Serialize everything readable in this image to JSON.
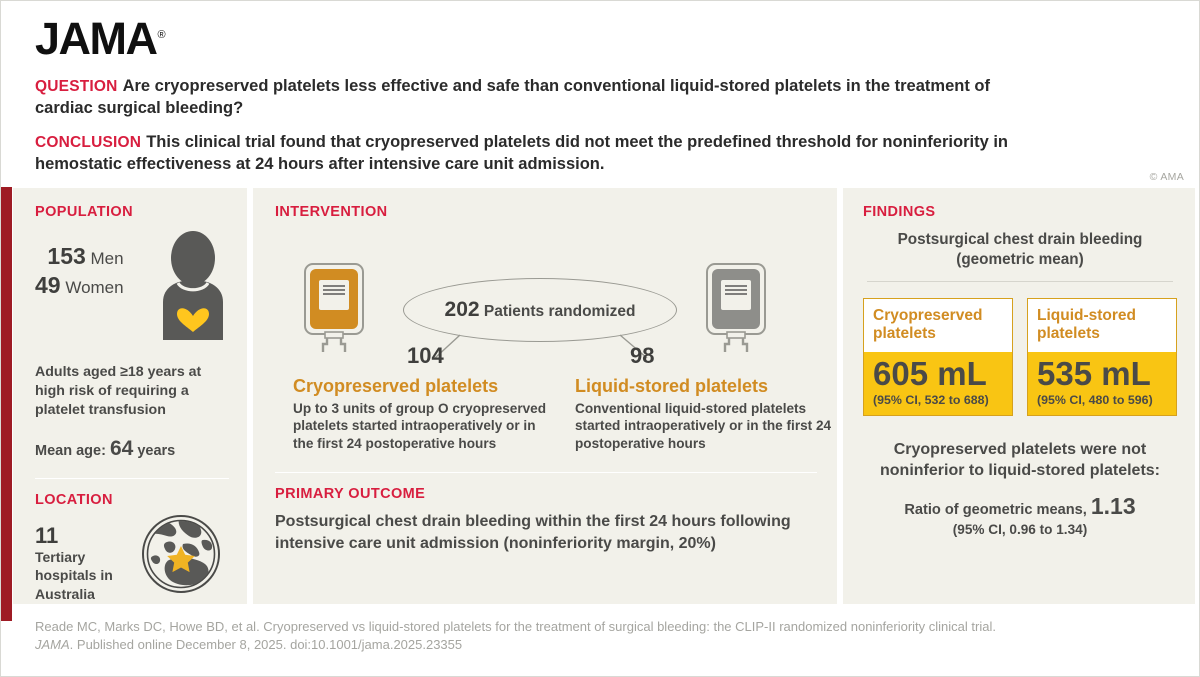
{
  "header": {
    "logo": "JAMA",
    "logo_reg": "®",
    "question_label": "QUESTION",
    "question_text": "Are cryopreserved platelets less effective and safe than conventional liquid-stored platelets in the treatment of cardiac surgical bleeding?",
    "conclusion_label": "CONCLUSION",
    "conclusion_text": "This clinical trial found that cryopreserved platelets did not meet the predefined threshold for noninferiority in hemostatic effectiveness at 24 hours after intensive care unit admission.",
    "copyright": "© AMA"
  },
  "population": {
    "label": "POPULATION",
    "men_count": "153",
    "men_label": "Men",
    "women_count": "49",
    "women_label": "Women",
    "description": "Adults aged ≥18 years at high risk of requiring a platelet transfusion",
    "mean_age_label": "Mean age:",
    "mean_age_value": "64",
    "mean_age_unit": "years"
  },
  "location": {
    "label": "LOCATION",
    "count": "11",
    "description": "Tertiary hospitals in Australia"
  },
  "intervention": {
    "label": "INTERVENTION",
    "randomized_count": "202",
    "randomized_label": "Patients randomized",
    "arms": [
      {
        "n": "104",
        "title": "Cryopreserved platelets",
        "description": "Up to 3 units of group O cryopreserved platelets started intraoperatively or in the first 24 postoperative hours"
      },
      {
        "n": "98",
        "title": "Liquid-stored platelets",
        "description": "Conventional liquid-stored platelets started intraoperatively or in the first 24 postoperative hours"
      }
    ]
  },
  "primary_outcome": {
    "label": "PRIMARY OUTCOME",
    "text": "Postsurgical chest drain bleeding within the first 24 hours following intensive care unit admission (noninferiority margin, 20%)"
  },
  "findings": {
    "label": "FINDINGS",
    "subtitle": "Postsurgical chest drain bleeding (geometric mean)",
    "conclusion": "Cryopreserved platelets were not noninferior to liquid-stored platelets:",
    "ratio_label": "Ratio of geometric means,",
    "ratio_value": "1.13",
    "ratio_ci": "(95% CI, 0.96 to 1.34)"
  },
  "footer": {
    "citation_line1": "Reade MC, Marks DC, Howe BD, et al. Cryopreserved vs liquid-stored platelets for the treatment of surgical bleeding: the CLIP-II randomized noninferiority clinical trial.",
    "citation_journal": "JAMA",
    "citation_line2": ". Published online December 8, 2025. doi:10.1001/jama.2025.23355"
  },
  "colors": {
    "jama_red": "#d81e3f",
    "accent_bar": "#9e1b24",
    "panel_bg": "#f2f1ea",
    "gold": "#f9c513",
    "gold_border": "#d6a11e",
    "orange_text": "#d18c22",
    "grey_text": "#4a4a48"
  },
  "chart_data": {
    "type": "bar",
    "title": "Postsurgical chest drain bleeding (geometric mean)",
    "categories": [
      "Cryopreserved platelets",
      "Liquid-stored platelets"
    ],
    "values": [
      605,
      535
    ],
    "value_labels": [
      "605 mL",
      "535 mL"
    ],
    "ci_labels": [
      "(95% CI, 532 to 688)",
      "(95% CI, 480 to 596)"
    ],
    "ci_low": [
      532,
      480
    ],
    "ci_high": [
      688,
      596
    ],
    "unit": "mL",
    "xlabel": "",
    "ylabel": "Chest drain bleeding, mL",
    "ratio_of_geometric_means": 1.13,
    "ratio_ci": [
      0.96,
      1.34
    ],
    "noninferiority_margin_pct": 20,
    "n_randomized": 202,
    "n_by_group": [
      104,
      98
    ],
    "legend": []
  }
}
